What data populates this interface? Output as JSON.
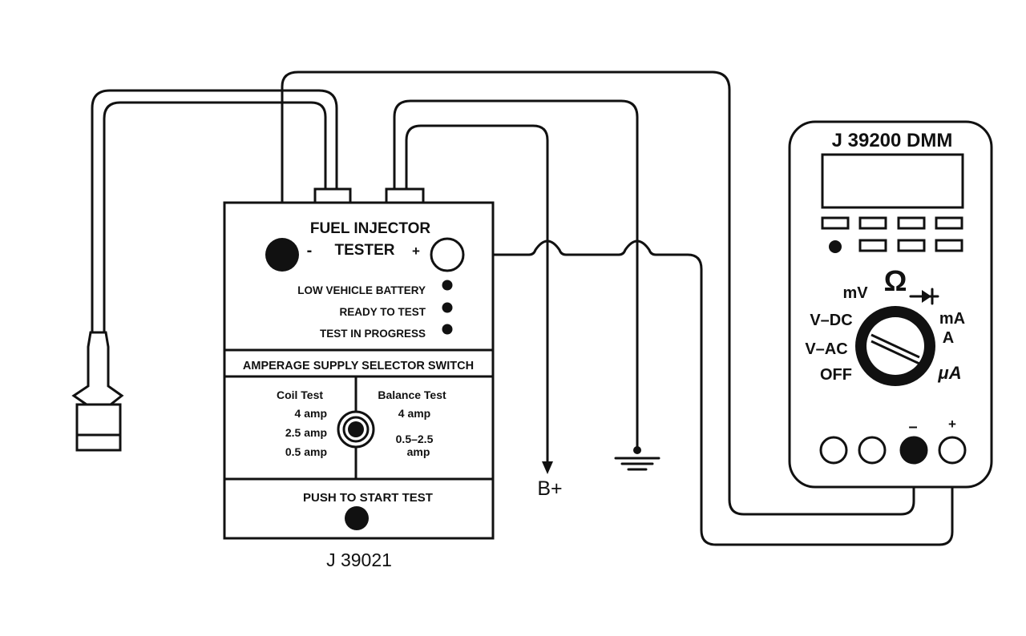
{
  "tester": {
    "title": "FUEL INJECTOR",
    "title2": "TESTER",
    "minus": "-",
    "plus": "+",
    "leds": [
      "LOW VEHICLE BATTERY",
      "READY TO TEST",
      "TEST IN PROGRESS"
    ],
    "selector_title": "AMPERAGE SUPPLY SELECTOR SWITCH",
    "coil_header": "Coil Test",
    "coil_values": [
      "4 amp",
      "2.5 amp",
      "0.5 amp"
    ],
    "balance_header": "Balance Test",
    "balance_values": [
      "4 amp",
      "0.5–2.5",
      "amp"
    ],
    "push_label": "PUSH TO START TEST",
    "model": "J 39021"
  },
  "dmm": {
    "title": "J 39200 DMM",
    "dial": {
      "mv": "mV",
      "ohm": "Ω",
      "vdc": "V–DC",
      "vac": "V–AC",
      "off": "OFF",
      "ma": "mA",
      "a": "A",
      "ua": "μA"
    },
    "minus": "–",
    "plus": "+"
  },
  "battery_label": "B+",
  "colors": {
    "ink": "#111111",
    "paper": "#ffffff"
  }
}
